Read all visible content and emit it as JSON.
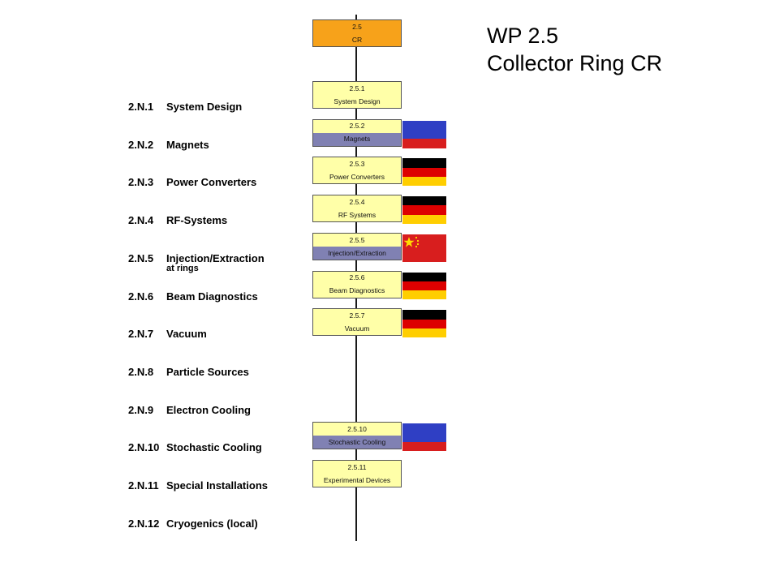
{
  "title": {
    "line1": "WP 2.5",
    "line2": "Collector Ring CR"
  },
  "root": {
    "number": "2.5",
    "name": "CR",
    "color": "#f7a21a"
  },
  "rows": [
    {
      "code": "2.N.1",
      "label": "System Design",
      "sub": "",
      "box": {
        "number": "2.5.1",
        "name": "System Design",
        "assigned": false
      },
      "flag": ""
    },
    {
      "code": "2.N.2",
      "label": "Magnets",
      "sub": "",
      "box": {
        "number": "2.5.2",
        "name": "Magnets",
        "assigned": true
      },
      "flag": "russia"
    },
    {
      "code": "2.N.3",
      "label": "Power Converters",
      "sub": "",
      "box": {
        "number": "2.5.3",
        "name": "Power Converters",
        "assigned": false
      },
      "flag": "germany"
    },
    {
      "code": "2.N.4",
      "label": "RF-Systems",
      "sub": "",
      "box": {
        "number": "2.5.4",
        "name": "RF Systems",
        "assigned": false
      },
      "flag": "germany"
    },
    {
      "code": "2.N.5",
      "label": "Injection/Extraction",
      "sub": "at rings",
      "box": {
        "number": "2.5.5",
        "name": "Injection/Extraction",
        "assigned": true
      },
      "flag": "china"
    },
    {
      "code": "2.N.6",
      "label": "Beam Diagnostics",
      "sub": "",
      "box": {
        "number": "2.5.6",
        "name": "Beam Diagnostics",
        "assigned": false
      },
      "flag": "germany"
    },
    {
      "code": "2.N.7",
      "label": "Vacuum",
      "sub": "",
      "box": {
        "number": "2.5.7",
        "name": "Vacuum",
        "assigned": false
      },
      "flag": "germany"
    },
    {
      "code": "2.N.8",
      "label": "Particle Sources",
      "sub": "",
      "box": null,
      "flag": ""
    },
    {
      "code": "2.N.9",
      "label": "Electron Cooling",
      "sub": "",
      "box": null,
      "flag": ""
    },
    {
      "code": "2.N.10",
      "label": "Stochastic Cooling",
      "sub": "",
      "box": {
        "number": "2.5.10",
        "name": "Stochastic Cooling",
        "assigned": true
      },
      "flag": "russia"
    },
    {
      "code": "2.N.11",
      "label": "Special Installations",
      "sub": "",
      "box": {
        "number": "2.5.11",
        "name": "Experimental Devices",
        "assigned": false
      },
      "flag": ""
    },
    {
      "code": "2.N.12",
      "label": "Cryogenics (local)",
      "sub": "",
      "box": null,
      "flag": ""
    }
  ],
  "colors": {
    "box_fill": "#ffffa8",
    "assigned_fill": "#8081b3",
    "germany": [
      "#000000",
      "#dd0000",
      "#ffce00"
    ],
    "russia": [
      "#2f3fc4",
      "#2f3fc4",
      "#d81e1e"
    ],
    "china": "#d81e1e"
  }
}
